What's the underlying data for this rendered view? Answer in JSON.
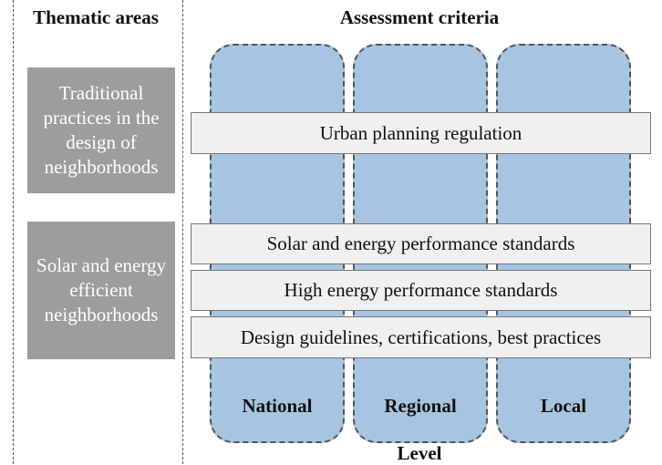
{
  "headings": {
    "thematic": "Thematic areas",
    "criteria": "Assessment criteria",
    "level": "Level"
  },
  "thematic_areas": [
    {
      "label": "Traditional practices in the design of neighborhoods"
    },
    {
      "label": "Solar and energy efficient neighborhoods"
    }
  ],
  "levels": [
    {
      "label": "National"
    },
    {
      "label": "Regional"
    },
    {
      "label": "Local"
    }
  ],
  "criteria": [
    {
      "label": "Urban planning regulation"
    },
    {
      "label": "Solar and energy performance standards"
    },
    {
      "label": "High energy performance standards"
    },
    {
      "label": "Design guidelines, certifications, best practices"
    }
  ],
  "colors": {
    "theme_box": "#9d9d9d",
    "level_column": "#a7c4e0",
    "criteria_bar": "#f0f0f0"
  }
}
